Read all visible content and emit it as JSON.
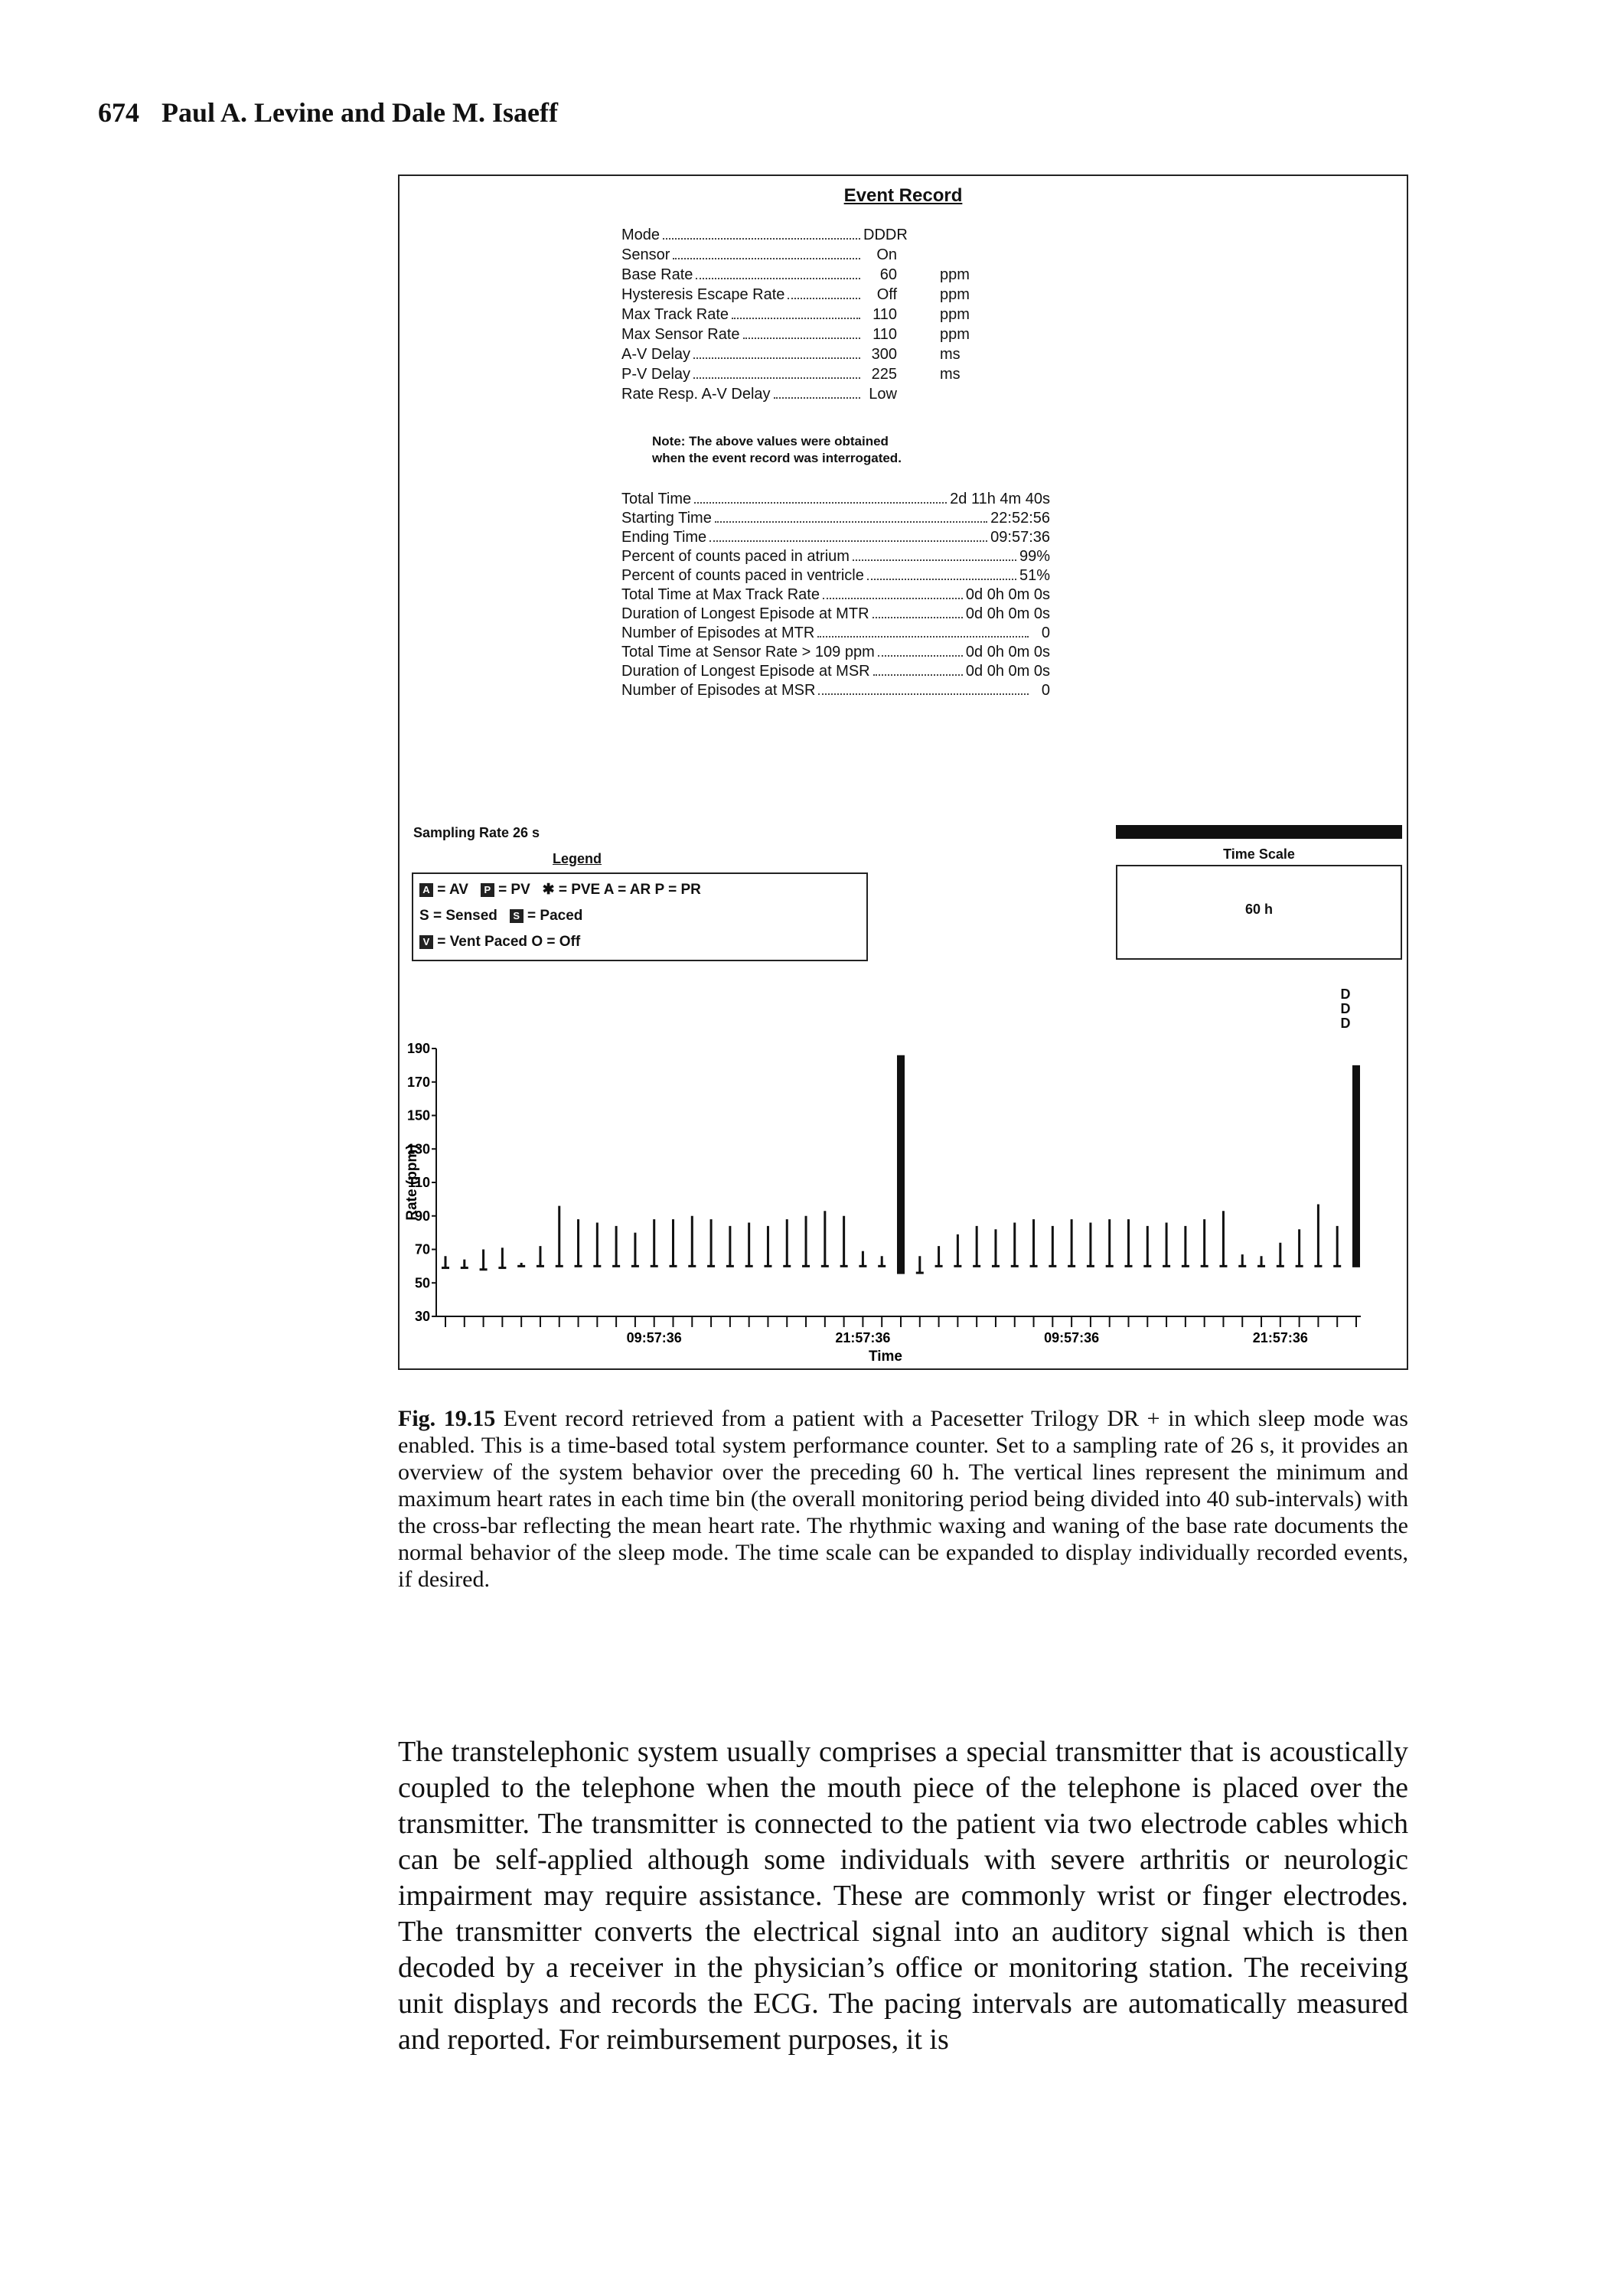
{
  "header": {
    "page_number": "674",
    "authors": "Paul A. Levine and Dale M. Isaeff"
  },
  "figure": {
    "title": "Event Record",
    "parameters": [
      {
        "label": "Mode",
        "value": "DDDR",
        "unit": ""
      },
      {
        "label": "Sensor",
        "value": "On",
        "unit": ""
      },
      {
        "label": "Base Rate",
        "value": "60",
        "unit": "ppm"
      },
      {
        "label": "Hysteresis Escape Rate",
        "value": "Off",
        "unit": "ppm"
      },
      {
        "label": "Max Track Rate",
        "value": "110",
        "unit": "ppm"
      },
      {
        "label": "Max Sensor Rate",
        "value": "110",
        "unit": "ppm"
      },
      {
        "label": "A-V Delay",
        "value": "300",
        "unit": "ms"
      },
      {
        "label": "P-V Delay",
        "value": "225",
        "unit": "ms"
      },
      {
        "label": "Rate Resp. A-V Delay",
        "value": "Low",
        "unit": ""
      }
    ],
    "note_line1": "Note: The above values were obtained",
    "note_line2": "when the event record was interrogated.",
    "stats": [
      {
        "label": "Total Time",
        "value": "2d 11h 4m 40s"
      },
      {
        "label": "Starting Time",
        "value": "22:52:56"
      },
      {
        "label": "Ending Time",
        "value": "09:57:36"
      },
      {
        "label": "Percent of counts paced in atrium",
        "value": "99%"
      },
      {
        "label": "Percent of counts paced in ventricle",
        "value": "51%"
      },
      {
        "label": "Total Time at Max Track Rate",
        "value": "0d 0h 0m 0s"
      },
      {
        "label": "Duration of Longest Episode at MTR",
        "value": "0d 0h 0m 0s"
      },
      {
        "label": "Number of Episodes at MTR",
        "value": "0"
      },
      {
        "label": "Total Time at Sensor Rate > 109 ppm",
        "value": "0d 0h 0m 0s"
      },
      {
        "label": "Duration of Longest Episode at MSR",
        "value": "0d 0h 0m 0s"
      },
      {
        "label": "Number of Episodes at MSR",
        "value": "0"
      }
    ],
    "sampling_rate": "Sampling Rate   26 s",
    "legend": {
      "title": "Legend",
      "line1": {
        "s1": "A",
        "t1": "= AV",
        "s2": "P",
        "t2": "= PV",
        "t3": "✱ = PVE   A = AR   P = PR"
      },
      "line2": {
        "t1": "S = Sensed",
        "s1": "S",
        "t2": "= Paced"
      },
      "line3": {
        "s1": "V",
        "t1": "= Vent Paced   O = Off"
      }
    },
    "time_scale": {
      "label": "Time Scale",
      "value": "60 h"
    },
    "mode_vertical": [
      "D",
      "D",
      "D"
    ]
  },
  "chart_data": {
    "type": "range-bar",
    "ylabel": "Rate (ppm)",
    "xlabel": "Time",
    "ylim": [
      30,
      190
    ],
    "yticks": [
      190,
      170,
      150,
      130,
      110,
      90,
      70,
      50,
      30
    ],
    "xtick_labels": [
      {
        "index": 11,
        "label": "09:57:36"
      },
      {
        "index": 22,
        "label": "21:57:36"
      },
      {
        "index": 33,
        "label": "09:57:36"
      },
      {
        "index": 44,
        "label": "21:57:36"
      }
    ],
    "bins": [
      {
        "min": 59,
        "max": 66
      },
      {
        "min": 59,
        "max": 64
      },
      {
        "min": 58,
        "max": 70
      },
      {
        "min": 59,
        "max": 71
      },
      {
        "min": 60,
        "max": 62
      },
      {
        "min": 60,
        "max": 72
      },
      {
        "min": 60,
        "max": 96
      },
      {
        "min": 60,
        "max": 88
      },
      {
        "min": 60,
        "max": 86
      },
      {
        "min": 60,
        "max": 84
      },
      {
        "min": 60,
        "max": 80
      },
      {
        "min": 60,
        "max": 88
      },
      {
        "min": 60,
        "max": 88
      },
      {
        "min": 60,
        "max": 90
      },
      {
        "min": 60,
        "max": 88
      },
      {
        "min": 60,
        "max": 84
      },
      {
        "min": 60,
        "max": 86
      },
      {
        "min": 60,
        "max": 84
      },
      {
        "min": 60,
        "max": 88
      },
      {
        "min": 60,
        "max": 90
      },
      {
        "min": 60,
        "max": 93
      },
      {
        "min": 60,
        "max": 90
      },
      {
        "min": 60,
        "max": 69
      },
      {
        "min": 60,
        "max": 66
      },
      {
        "min": 56,
        "max": 186
      },
      {
        "min": 56,
        "max": 66
      },
      {
        "min": 60,
        "max": 72
      },
      {
        "min": 60,
        "max": 79
      },
      {
        "min": 60,
        "max": 84
      },
      {
        "min": 60,
        "max": 82
      },
      {
        "min": 60,
        "max": 86
      },
      {
        "min": 60,
        "max": 88
      },
      {
        "min": 60,
        "max": 84
      },
      {
        "min": 60,
        "max": 88
      },
      {
        "min": 60,
        "max": 86
      },
      {
        "min": 60,
        "max": 88
      },
      {
        "min": 60,
        "max": 88
      },
      {
        "min": 60,
        "max": 84
      },
      {
        "min": 60,
        "max": 86
      },
      {
        "min": 60,
        "max": 84
      },
      {
        "min": 60,
        "max": 88
      },
      {
        "min": 60,
        "max": 93
      },
      {
        "min": 60,
        "max": 67
      },
      {
        "min": 60,
        "max": 66
      },
      {
        "min": 60,
        "max": 74
      },
      {
        "min": 60,
        "max": 82
      },
      {
        "min": 60,
        "max": 97
      },
      {
        "min": 60,
        "max": 84
      },
      {
        "min": 60,
        "max": 180
      }
    ]
  },
  "caption": {
    "label": "Fig. 19.15",
    "text": " Event record retrieved from a patient with a Pacesetter Trilogy DR + in which sleep mode was enabled. This is a time-based total system performance counter. Set to a sampling rate of 26 s, it provides an overview of the system behavior over the preceding 60 h. The vertical lines represent the minimum and maximum heart rates in each time bin (the overall monitoring period being divided into 40 sub-intervals) with the cross-bar reflecting the mean heart rate. The rhythmic waxing and waning of the base rate documents the normal behavior of the sleep mode. The time scale can be expanded to display individually recorded events, if desired."
  },
  "body_text": "The transtelephonic system usually comprises a special transmitter that is acoustically coupled to the telephone when the mouth piece of the telephone is placed over the transmitter. The transmitter is connected to the patient via two electrode cables which can be self-applied although some individuals with severe arthritis or neurologic impairment may require assistance. These are commonly wrist or finger electrodes. The transmitter converts the electrical signal into an auditory signal which is then decoded by a receiver in the physician’s office or monitoring station. The receiving unit displays and records the ECG. The pacing intervals are automatically measured and reported. For reimbursement purposes, it is"
}
